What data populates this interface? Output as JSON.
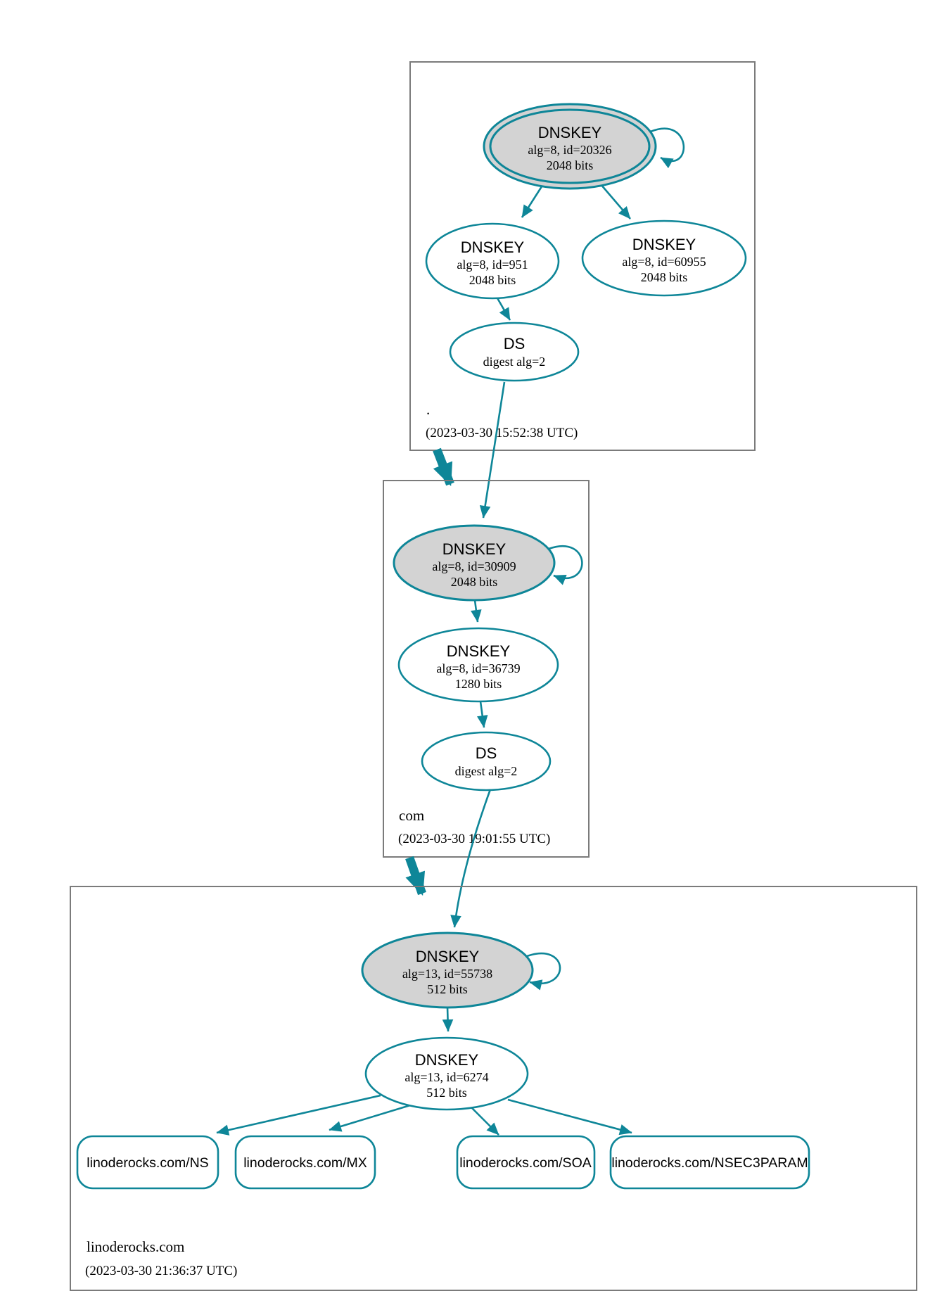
{
  "diagram": {
    "kind": "dnssec-authentication-chain-graph",
    "colors": {
      "edge_secure": "#0e8698",
      "ksk_fill": "#d3d3d3",
      "node_fill": "#ffffff",
      "zone_border": "#7b7b7b",
      "text": "#000000"
    },
    "zones": [
      {
        "label": ".",
        "timestamp": "(2023-03-30 15:52:38 UTC)",
        "ksk": {
          "title": "DNSKEY",
          "detail": "alg=8, id=20326",
          "size": "2048 bits"
        },
        "zsk_left": {
          "title": "DNSKEY",
          "detail": "alg=8, id=951",
          "size": "2048 bits"
        },
        "zsk_right": {
          "title": "DNSKEY",
          "detail": "alg=8, id=60955",
          "size": "2048 bits"
        },
        "ds": {
          "title": "DS",
          "detail": "digest alg=2"
        }
      },
      {
        "label": "com",
        "timestamp": "(2023-03-30 19:01:55 UTC)",
        "ksk": {
          "title": "DNSKEY",
          "detail": "alg=8, id=30909",
          "size": "2048 bits"
        },
        "zsk": {
          "title": "DNSKEY",
          "detail": "alg=8, id=36739",
          "size": "1280 bits"
        },
        "ds": {
          "title": "DS",
          "detail": "digest alg=2"
        }
      },
      {
        "label": "linoderocks.com",
        "timestamp": "(2023-03-30 21:36:37 UTC)",
        "ksk": {
          "title": "DNSKEY",
          "detail": "alg=13, id=55738",
          "size": "512 bits"
        },
        "zsk": {
          "title": "DNSKEY",
          "detail": "alg=13, id=6274",
          "size": "512 bits"
        },
        "rrsets": [
          {
            "label": "linoderocks.com/NS"
          },
          {
            "label": "linoderocks.com/MX"
          },
          {
            "label": "linoderocks.com/SOA"
          },
          {
            "label": "linoderocks.com/NSEC3PARAM"
          }
        ]
      }
    ],
    "edges": [
      {
        "from": "./DNSKEY alg=8 id=20326",
        "to": "./DNSKEY alg=8 id=20326",
        "type": "self-sign"
      },
      {
        "from": "./DNSKEY alg=8 id=20326",
        "to": "./DNSKEY alg=8 id=951",
        "type": "sign"
      },
      {
        "from": "./DNSKEY alg=8 id=20326",
        "to": "./DNSKEY alg=8 id=60955",
        "type": "sign"
      },
      {
        "from": "./DNSKEY alg=8 id=951",
        "to": "./DS digest alg=2",
        "type": "sign"
      },
      {
        "from": "./DS digest alg=2",
        "to": "com/DNSKEY alg=8 id=30909",
        "type": "digest"
      },
      {
        "from": ". zone",
        "to": "com zone",
        "type": "delegation"
      },
      {
        "from": "com/DNSKEY alg=8 id=30909",
        "to": "com/DNSKEY alg=8 id=30909",
        "type": "self-sign"
      },
      {
        "from": "com/DNSKEY alg=8 id=30909",
        "to": "com/DNSKEY alg=8 id=36739",
        "type": "sign"
      },
      {
        "from": "com/DNSKEY alg=8 id=36739",
        "to": "com/DS digest alg=2",
        "type": "sign"
      },
      {
        "from": "com/DS digest alg=2",
        "to": "linoderocks.com/DNSKEY alg=13 id=55738",
        "type": "digest"
      },
      {
        "from": "com zone",
        "to": "linoderocks.com zone",
        "type": "delegation"
      },
      {
        "from": "linoderocks.com/DNSKEY alg=13 id=55738",
        "to": "linoderocks.com/DNSKEY alg=13 id=55738",
        "type": "self-sign"
      },
      {
        "from": "linoderocks.com/DNSKEY alg=13 id=55738",
        "to": "linoderocks.com/DNSKEY alg=13 id=6274",
        "type": "sign"
      },
      {
        "from": "linoderocks.com/DNSKEY alg=13 id=6274",
        "to": "linoderocks.com/NS",
        "type": "sign"
      },
      {
        "from": "linoderocks.com/DNSKEY alg=13 id=6274",
        "to": "linoderocks.com/MX",
        "type": "sign"
      },
      {
        "from": "linoderocks.com/DNSKEY alg=13 id=6274",
        "to": "linoderocks.com/SOA",
        "type": "sign"
      },
      {
        "from": "linoderocks.com/DNSKEY alg=13 id=6274",
        "to": "linoderocks.com/NSEC3PARAM",
        "type": "sign"
      }
    ]
  }
}
